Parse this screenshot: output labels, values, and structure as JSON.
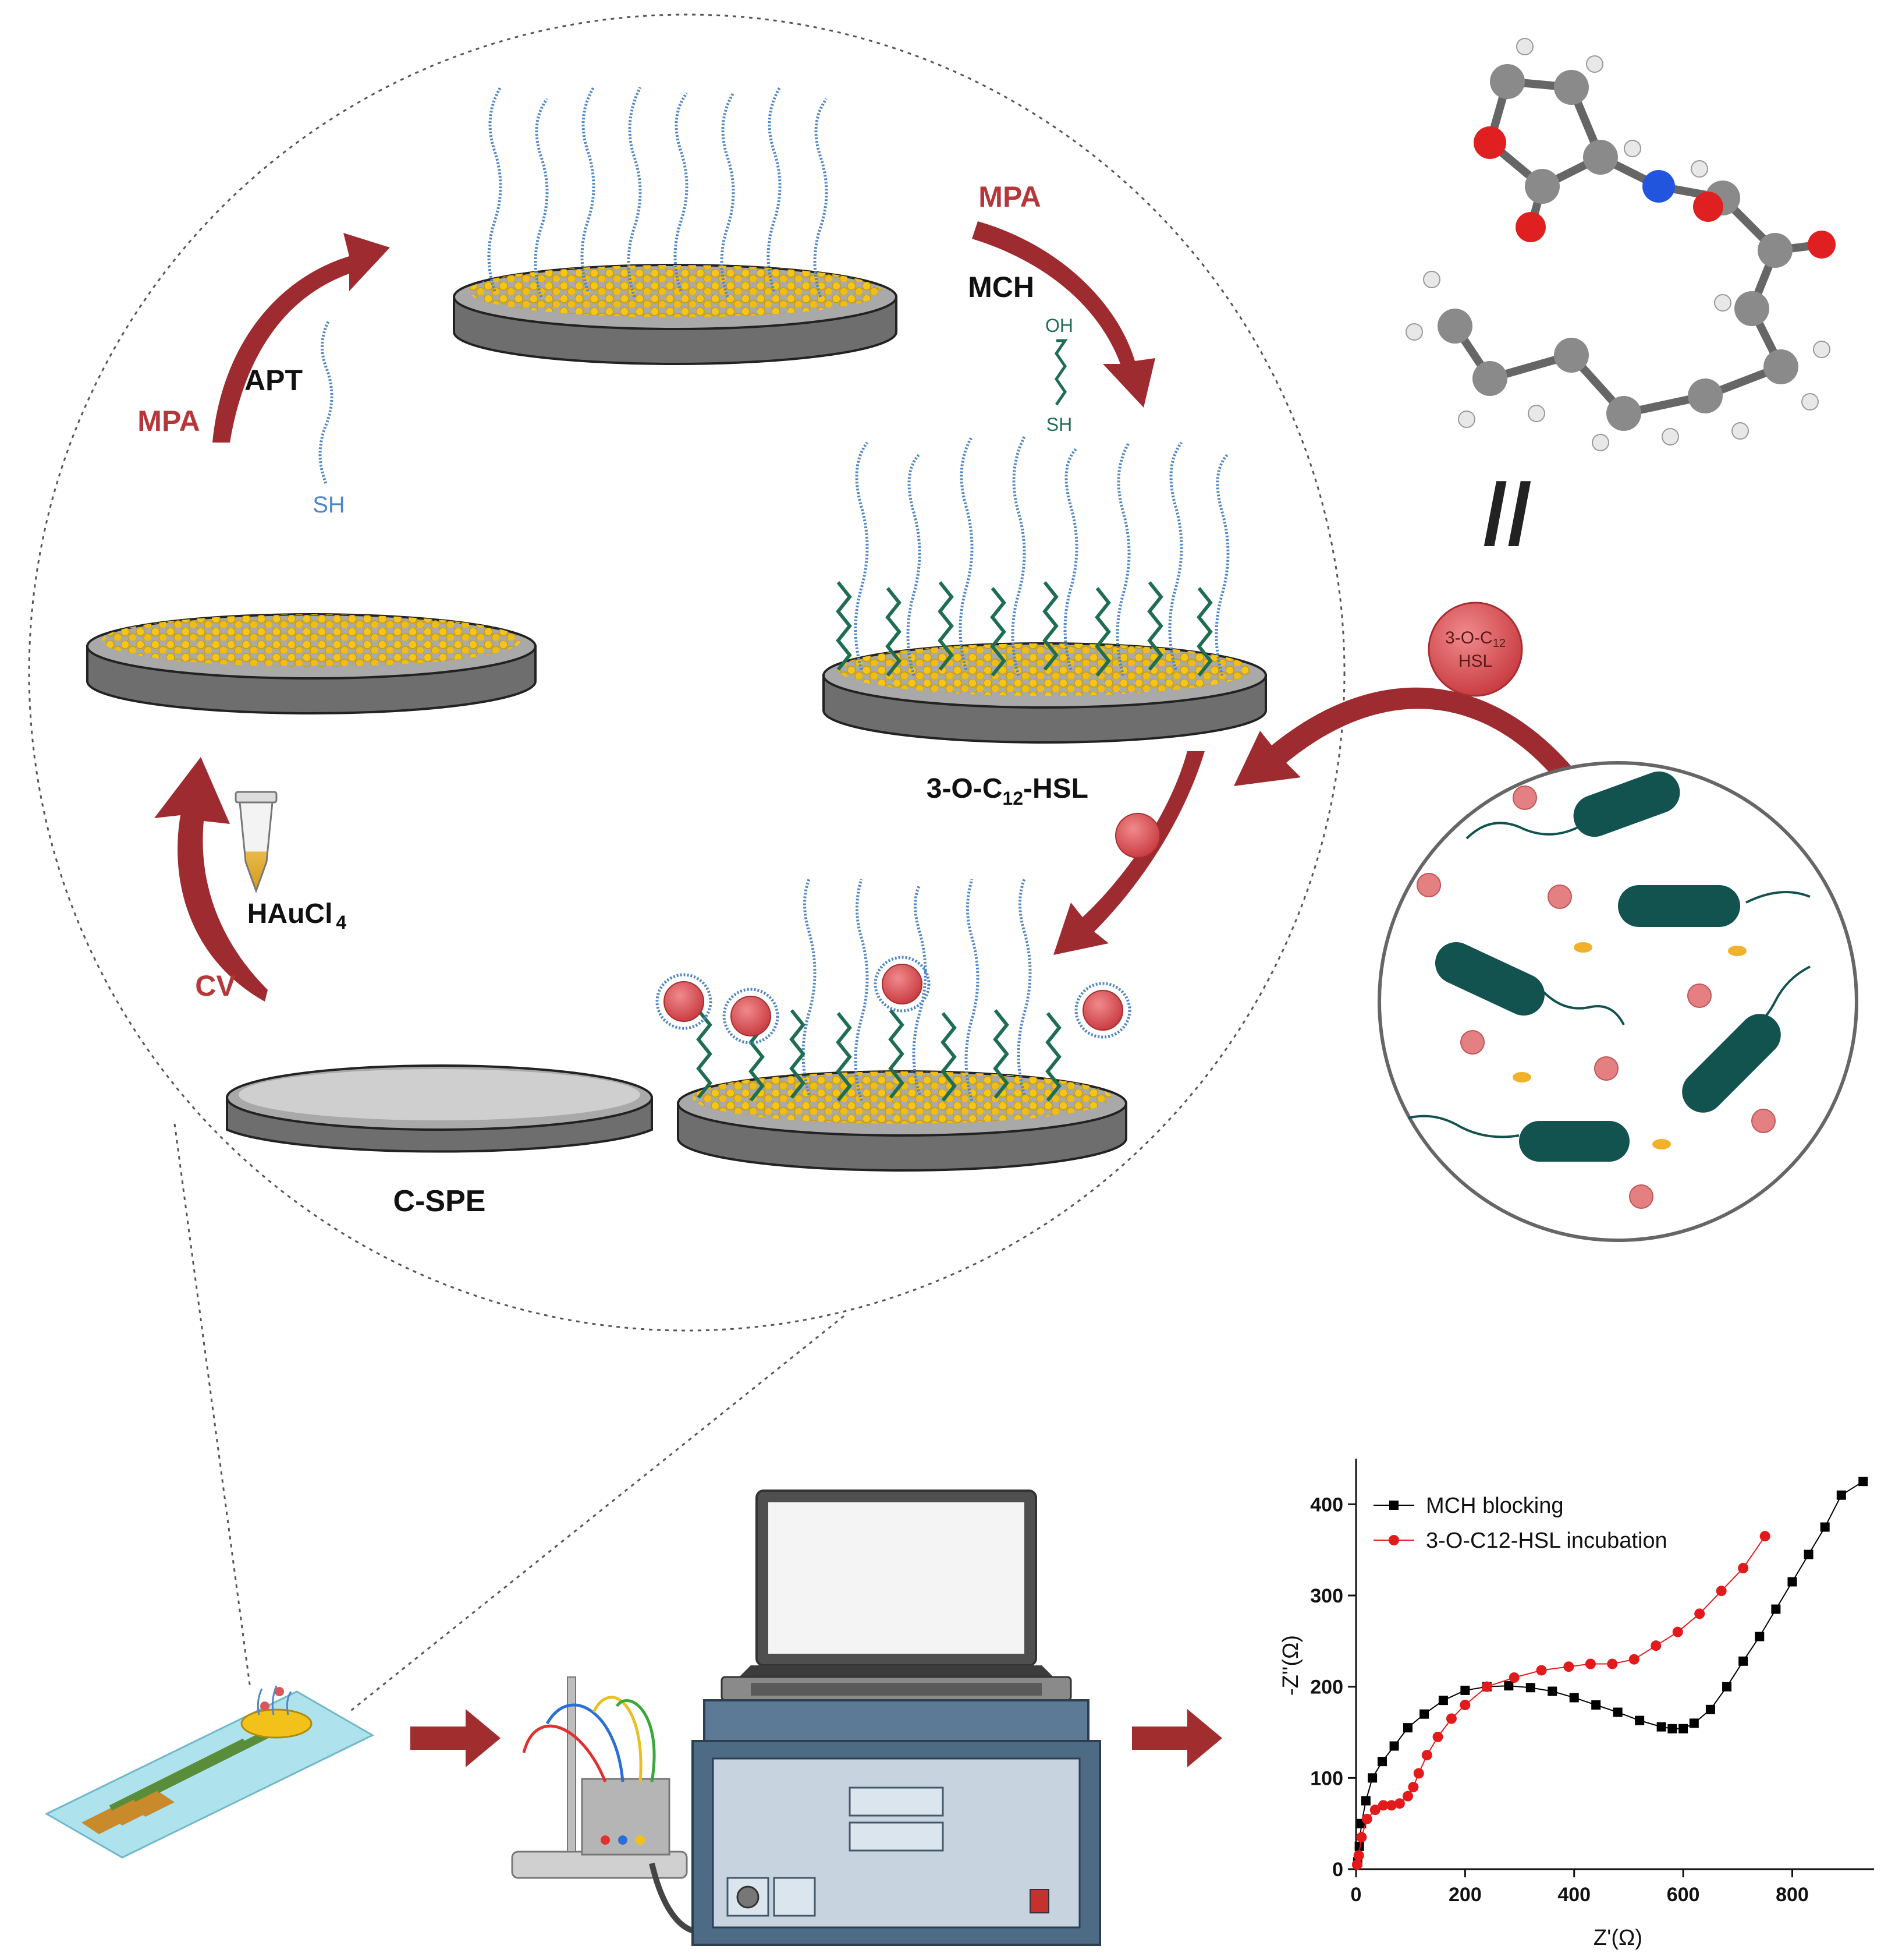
{
  "labels": {
    "mpa_left": "MPA",
    "apt": "APT",
    "sh_apt": "SH",
    "mpa_right": "MPA",
    "mch": "MCH",
    "oh": "OH",
    "sh_mch": "SH",
    "analyte_prefix": "3-O-C",
    "analyte_sub": "12",
    "analyte_suffix": "-HSL",
    "haucl": "HAuCl",
    "haucl_sub": "4",
    "cv": "CV",
    "cspe": "C-SPE",
    "ahl_line1_prefix": "3-O-C",
    "ahl_line1_sub": "12",
    "ahl_line2": "HSL",
    "equals_sign": "//"
  },
  "colors": {
    "arrow": "#9e2b2f",
    "gold": "#f2c21b",
    "aptamer": "#4f86c6",
    "mch_strand": "#1f6e52",
    "bacteria": "#12524f",
    "ahl": "#d9575b",
    "electrode_grey": "#9a9a9a"
  },
  "chart_data": {
    "type": "scatter",
    "title": "",
    "xlabel": "Z'(Ω)",
    "ylabel": "-Z''(Ω)",
    "xlim": [
      0,
      950
    ],
    "ylim": [
      0,
      450
    ],
    "xticks": [
      "0",
      "200",
      "400",
      "600",
      "800"
    ],
    "yticks": [
      "0",
      "100",
      "200",
      "300",
      "400"
    ],
    "legend_position": "top-left",
    "series": [
      {
        "name": "MCH blocking",
        "color": "#000000",
        "marker": "square",
        "x": [
          3,
          6,
          10,
          18,
          30,
          48,
          70,
          95,
          125,
          160,
          200,
          240,
          280,
          320,
          360,
          400,
          440,
          480,
          520,
          560,
          580,
          600,
          620,
          650,
          680,
          710,
          740,
          770,
          800,
          830,
          860,
          890,
          930
        ],
        "y": [
          8,
          25,
          50,
          75,
          100,
          118,
          135,
          155,
          170,
          185,
          196,
          200,
          201,
          199,
          195,
          188,
          180,
          172,
          163,
          156,
          154,
          154,
          160,
          175,
          200,
          228,
          255,
          285,
          315,
          345,
          375,
          410,
          425
        ]
      },
      {
        "name": "3-O-C12-HSL incubation",
        "color": "#e31a1c",
        "marker": "circle",
        "x": [
          2,
          5,
          10,
          20,
          35,
          50,
          65,
          80,
          95,
          105,
          115,
          130,
          150,
          175,
          200,
          240,
          290,
          340,
          390,
          430,
          470,
          510,
          550,
          590,
          630,
          670,
          710,
          750
        ],
        "y": [
          5,
          15,
          35,
          55,
          65,
          70,
          70,
          72,
          80,
          90,
          105,
          125,
          145,
          165,
          180,
          200,
          210,
          218,
          222,
          225,
          225,
          230,
          245,
          260,
          280,
          305,
          330,
          365
        ]
      }
    ]
  }
}
